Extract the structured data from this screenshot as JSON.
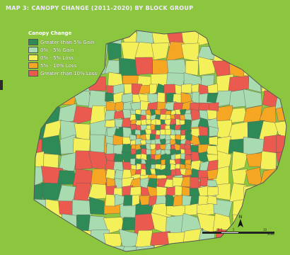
{
  "title": "MAP 3: CANOPY CHANGE (2011-2020) BY BLOCK GROUP",
  "legend": {
    "title": "Canopy Change",
    "items": [
      {
        "label": "Greater than 5% Gain",
        "color": "#2e8b57"
      },
      {
        "label": "0% - 5% Gain",
        "color": "#a8dcb0"
      },
      {
        "label": "0% - 5% Loss",
        "color": "#f3f05a"
      },
      {
        "label": "5% - 10% Loss",
        "color": "#f5a623"
      },
      {
        "label": "Greater than 10% Loss",
        "color": "#ea5a4f"
      }
    ]
  },
  "scale_bar": {
    "labels": [
      "0",
      "2.5",
      "5",
      "10",
      "Miles"
    ]
  },
  "north_arrow": {
    "letter": "N"
  },
  "colors": {
    "background": "#8cc63f",
    "boundary": "#555555"
  }
}
